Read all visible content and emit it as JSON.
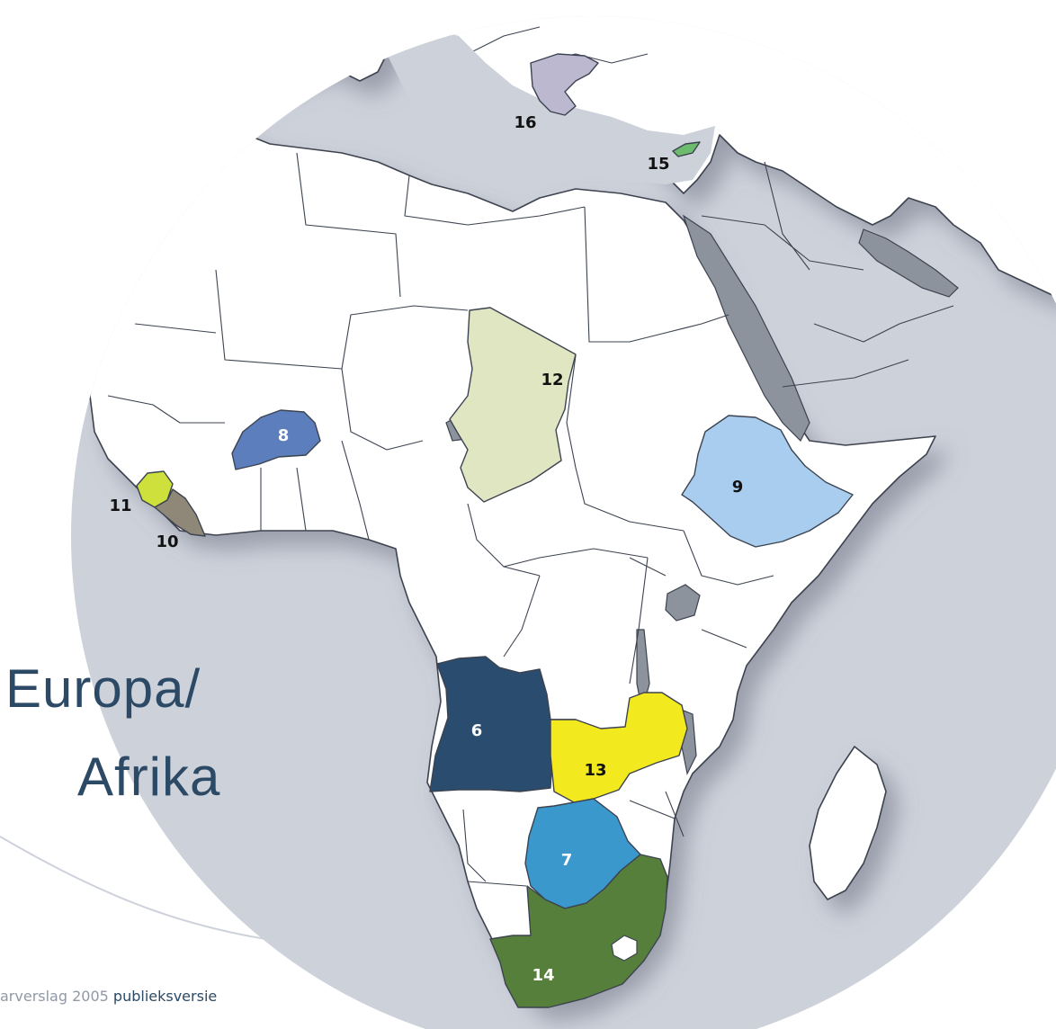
{
  "title": {
    "line1": "Europa/",
    "line2": "Afrika"
  },
  "footer": {
    "prefix": "arverslag 2005",
    "suffix": "publieksversie"
  },
  "colors": {
    "globe": "#cdd1da",
    "land": "#ffffff",
    "water": "#8d939c",
    "title": "#2c4a66",
    "footer_grey": "#9199a5"
  },
  "regions": [
    {
      "label": "6",
      "color": "#2a4c6f",
      "text_color": "#ffffff",
      "country": "Angola"
    },
    {
      "label": "7",
      "color": "#3a98cc",
      "text_color": "#ffffff",
      "country": "Botswana"
    },
    {
      "label": "8",
      "color": "#5c7ebd",
      "text_color": "#ffffff",
      "country": "Burkina Faso"
    },
    {
      "label": "9",
      "color": "#a9cdee",
      "text_color": "#111111",
      "country": "Ethiopia"
    },
    {
      "label": "10",
      "color": "#8f8878",
      "text_color": "#111111",
      "country": "Liberia"
    },
    {
      "label": "11",
      "color": "#cee03b",
      "text_color": "#111111",
      "country": "Sierra Leone"
    },
    {
      "label": "12",
      "color": "#e0e6c2",
      "text_color": "#111111",
      "country": "Chad"
    },
    {
      "label": "13",
      "color": "#f2ea1f",
      "text_color": "#111111",
      "country": "Zambia"
    },
    {
      "label": "14",
      "color": "#567f3b",
      "text_color": "#ffffff",
      "country": "South Africa"
    },
    {
      "label": "15",
      "color": "#6dbb6d",
      "text_color": "#111111",
      "country": "Cyprus"
    },
    {
      "label": "16",
      "color": "#bcb8d0",
      "text_color": "#111111",
      "country": "Greece"
    }
  ]
}
